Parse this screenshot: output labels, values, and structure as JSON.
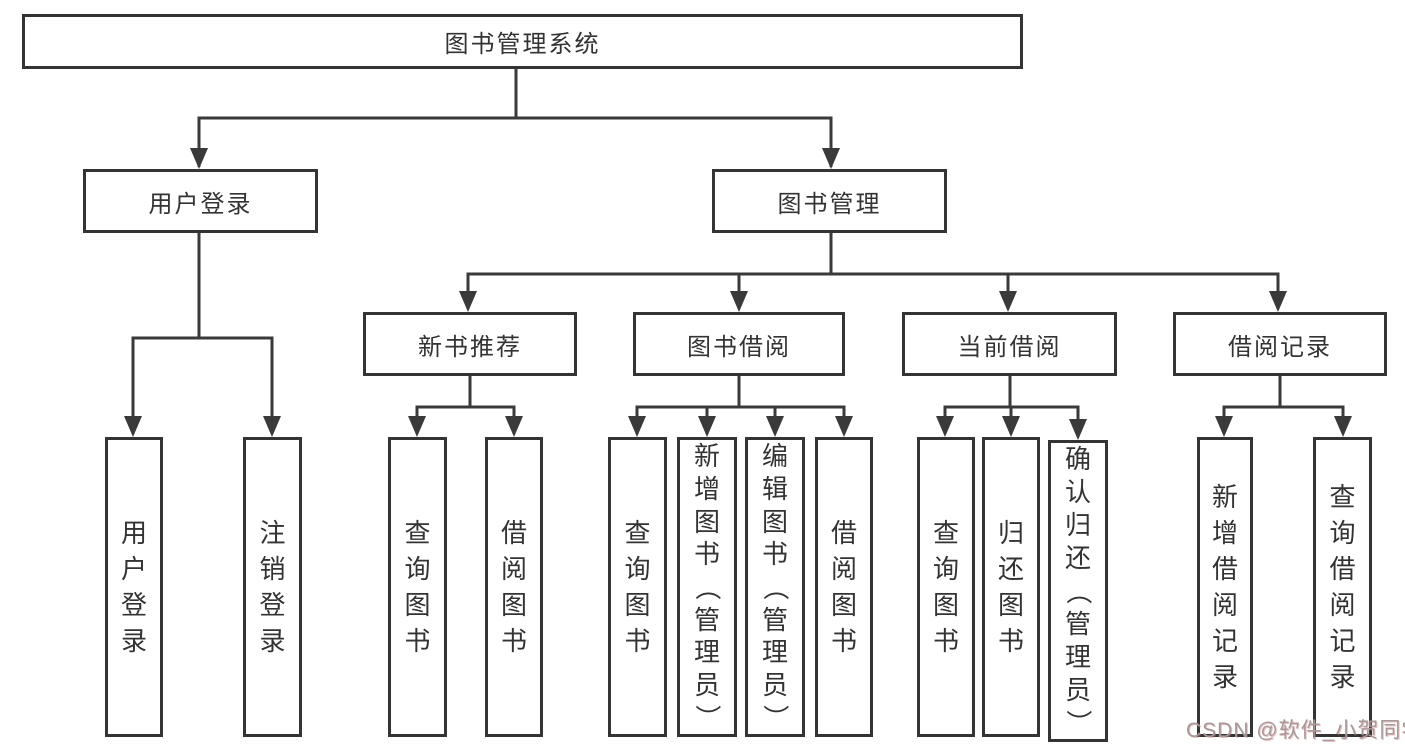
{
  "diagram": {
    "root": "图书管理系统",
    "level2": [
      "用户登录",
      "图书管理"
    ],
    "level3": [
      "新书推荐",
      "图书借阅",
      "当前借阅",
      "借阅记录"
    ],
    "leaves": {
      "login": [
        "用户登录",
        "注销登录"
      ],
      "newbook": [
        "查询图书",
        "借阅图书"
      ],
      "borrow": [
        "查询图书",
        "新增图书（管理员）",
        "编辑图书（管理员）",
        "借阅图书"
      ],
      "current": [
        "查询图书",
        "归还图书",
        "确认归还（管理员）"
      ],
      "records": [
        "新增借阅记录",
        "查询借阅记录"
      ]
    }
  },
  "watermark": "CSDN @软件_小贺同学",
  "colors": {
    "line": "#3a3a3a",
    "box_border": "#343434",
    "text": "#333333",
    "background": "#ffffff",
    "watermark": "#a79899"
  }
}
